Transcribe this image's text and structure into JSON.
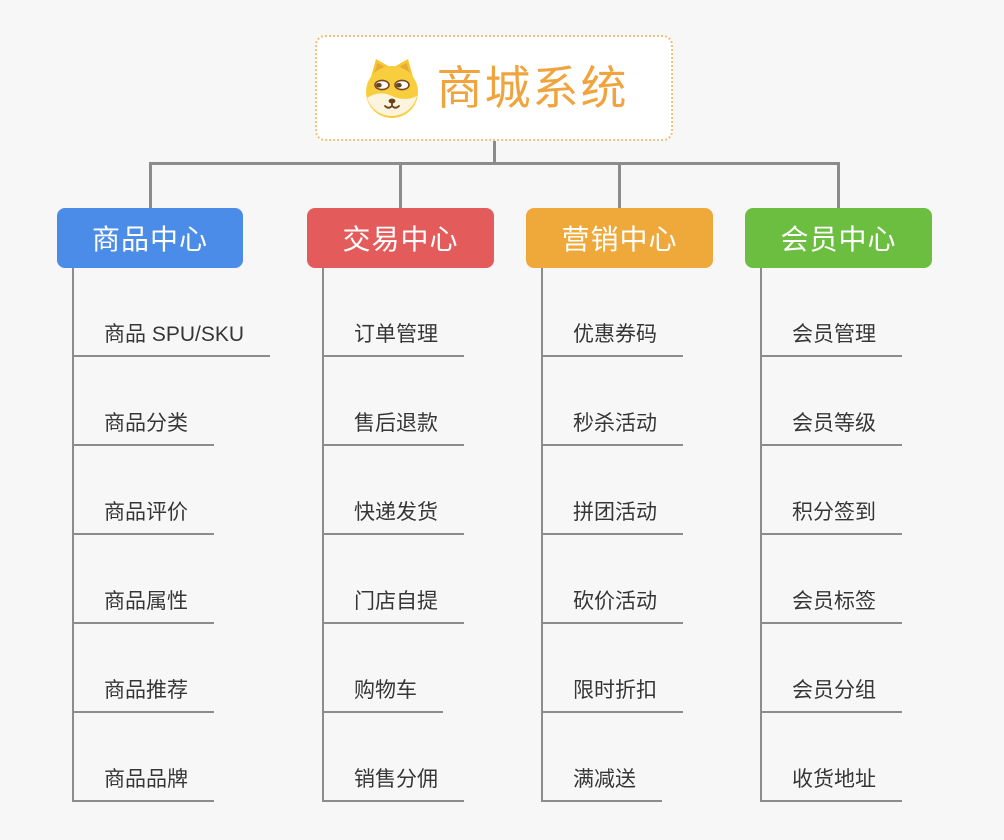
{
  "root": {
    "title": "商城系统",
    "icon": "doge-icon"
  },
  "branches": [
    {
      "label": "商品中心",
      "color": "#4A8CE8",
      "items": [
        "商品 SPU/SKU",
        "商品分类",
        "商品评价",
        "商品属性",
        "商品推荐",
        "商品品牌"
      ]
    },
    {
      "label": "交易中心",
      "color": "#E45B5B",
      "items": [
        "订单管理",
        "售后退款",
        "快递发货",
        "门店自提",
        "购物车",
        "销售分佣"
      ]
    },
    {
      "label": "营销中心",
      "color": "#EFA93A",
      "items": [
        "优惠券码",
        "秒杀活动",
        "拼团活动",
        "砍价活动",
        "限时折扣",
        "满减送"
      ]
    },
    {
      "label": "会员中心",
      "color": "#6CBE40",
      "items": [
        "会员管理",
        "会员等级",
        "积分签到",
        "会员标签",
        "会员分组",
        "收货地址"
      ]
    }
  ],
  "colors": {
    "background": "#F7F7F7",
    "connector": "#8C8C8C",
    "root_border": "#F2C178",
    "root_title": "#F0A43E",
    "leaf_text": "#363636",
    "header_text": "#FFFFFF"
  }
}
